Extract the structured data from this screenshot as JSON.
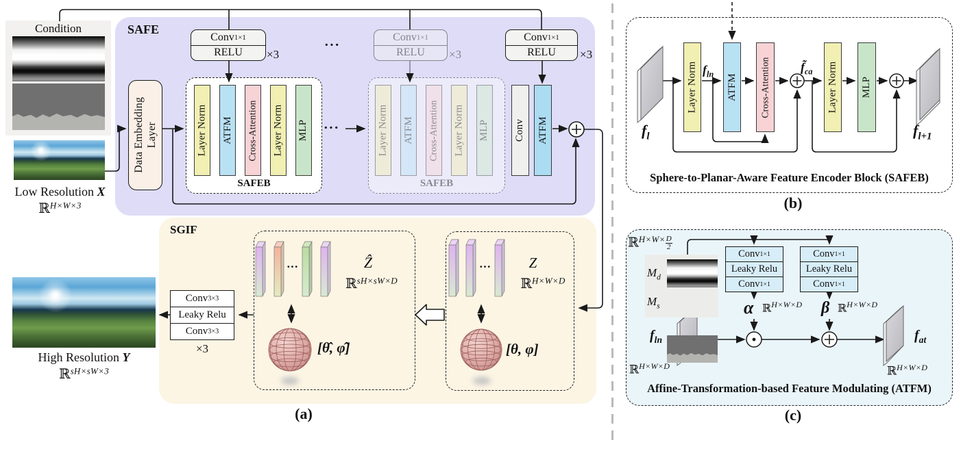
{
  "colors": {
    "safe_bg": "#dedcf6",
    "sgif_bg": "#fcf5e4",
    "atfm_panel_bg": "#eaf5fa",
    "layer_norm": "#f1efb2",
    "atfm": "#b9e1f4",
    "cross_attention": "#f7d3d6",
    "mlp": "#c9e5c9",
    "conv_cell": "#d7edf8",
    "embed": "#faf0e7",
    "sphere": "#dfaca8"
  },
  "panel_a": {
    "caption": "(a)",
    "safe_label": "SAFE",
    "sgif_label": "SGIF",
    "condition_label": "Condition",
    "dots_top": "···",
    "dots_mid": "···",
    "low_res": {
      "label": "Low Resolution ",
      "var": "X",
      "set": "ℝ",
      "dim": "H×W×3"
    },
    "high_res": {
      "label": "High Resolution ",
      "var": "Y",
      "set": "ℝ",
      "dim": "sH×sW×3"
    },
    "conv_relu_1": {
      "conv": "Conv",
      "conv_sub": "1×1",
      "relu": "RELU",
      "times": "×3"
    },
    "conv_relu_2": {
      "conv": "Conv",
      "conv_sub": "1×1",
      "relu": "RELU",
      "times": "×3"
    },
    "conv_relu_3": {
      "conv": "Conv",
      "conv_sub": "1×1",
      "relu": "RELU",
      "times": "×3"
    },
    "embed": {
      "line1": "Data Embedding",
      "line2": "Layer"
    },
    "safeb_1": {
      "label": "SAFEB",
      "bars": [
        "Layer Norm",
        "ATFM",
        "Cross-Attention",
        "Layer Norm",
        "MLP"
      ]
    },
    "safeb_2": {
      "label": "SAFEB",
      "bars": [
        "Layer Norm",
        "ATFM",
        "Cross-Attention",
        "Layer Norm",
        "MLP"
      ]
    },
    "conv_bar": "Conv",
    "atfm_bar": "ATFM",
    "conv33": {
      "conv_a": "Conv",
      "sub_a": "3×3",
      "relu": "Leaky Relu",
      "conv_b": "Conv",
      "sub_b": "3×3",
      "times": "×3"
    },
    "zhat": {
      "var": "Ẑ",
      "set": "ℝ",
      "dim": "sH×sW×D",
      "angles": "[θ̂, φ̂]",
      "dots": "···"
    },
    "z": {
      "var": "Z",
      "set": "ℝ",
      "dim": "H×W×D",
      "angles": "[θ, φ]",
      "dots": "···"
    }
  },
  "panel_b": {
    "caption": "(b)",
    "title": "Sphere-to-Planar-Aware Feature Encoder Block (SAFEB)",
    "bars": [
      "Layer Norm",
      "ATFM",
      "Cross-Attention",
      "Layer Norm",
      "MLP"
    ],
    "f_l": {
      "base": "f",
      "sub": "l"
    },
    "f_ln": {
      "base": "f",
      "sub": "ln"
    },
    "f_ca": {
      "base": "f̃",
      "sub": "ca"
    },
    "f_l_next": {
      "base": "f",
      "sub": "l+1"
    }
  },
  "panel_c": {
    "caption": "(c)",
    "title": "Affine-Transformation-based Feature Modulating (ATFM)",
    "dim_input": {
      "set": "ℝ",
      "sup": "H×W×",
      "num": "D",
      "den": "2"
    },
    "m_d": {
      "base": "M",
      "sub": "d"
    },
    "m_s": {
      "base": "M",
      "sub": "s"
    },
    "stack_1": {
      "conv_a": "Conv",
      "sub_a": "1×1",
      "relu": "Leaky Relu",
      "conv_b": "Conv",
      "sub_b": "1×1"
    },
    "stack_2": {
      "conv_a": "Conv",
      "sub_a": "1×1",
      "relu": "Leaky Relu",
      "conv_b": "Conv",
      "sub_b": "1×1"
    },
    "alpha": "α",
    "beta": "β",
    "alpha_dim": {
      "set": "ℝ",
      "dim": "H×W×D"
    },
    "beta_dim": {
      "set": "ℝ",
      "dim": "H×W×D"
    },
    "f_ln": {
      "base": "f",
      "sub": "ln"
    },
    "f_at": {
      "base": "f",
      "sub": "at"
    },
    "f_ln_dim": {
      "set": "ℝ",
      "dim": "H×W×D"
    },
    "f_at_dim": {
      "set": "ℝ",
      "dim": "H×W×D"
    }
  }
}
